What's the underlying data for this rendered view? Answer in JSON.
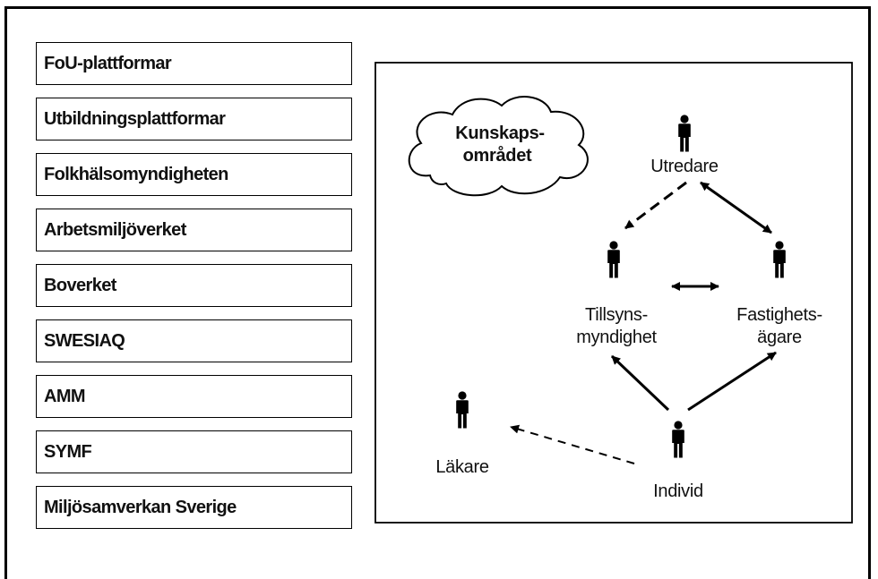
{
  "organizations": [
    "FoU-plattformar",
    "Utbildningsplattformar",
    "Folkhälsomyndigheten",
    "Arbetsmiljöverket",
    "Boverket",
    "SWESIAQ",
    "AMM",
    "SYMF",
    "Miljösamverkan Sverige"
  ],
  "diagram": {
    "cloud": {
      "line1": "Kunskaps-",
      "line2": "området"
    },
    "actors": {
      "utredare": {
        "line1": "Utredare"
      },
      "tillsyn": {
        "line1": "Tillsyns-",
        "line2": "myndighet"
      },
      "fastighet": {
        "line1": "Fastighets-",
        "line2": "ägare"
      },
      "lakare": {
        "line1": "Läkare"
      },
      "individ": {
        "line1": "Individ"
      }
    },
    "edges": [
      {
        "from": "utredare",
        "to": "tillsyn",
        "style": "dashed",
        "direction": "forward"
      },
      {
        "from": "utredare",
        "to": "fastighet",
        "style": "solid",
        "direction": "both"
      },
      {
        "from": "tillsyn",
        "to": "fastighet",
        "style": "solid",
        "direction": "both"
      },
      {
        "from": "individ",
        "to": "tillsyn",
        "style": "solid",
        "direction": "forward"
      },
      {
        "from": "individ",
        "to": "fastighet",
        "style": "solid",
        "direction": "forward"
      },
      {
        "from": "individ",
        "to": "lakare",
        "style": "dashed",
        "direction": "forward"
      }
    ]
  }
}
